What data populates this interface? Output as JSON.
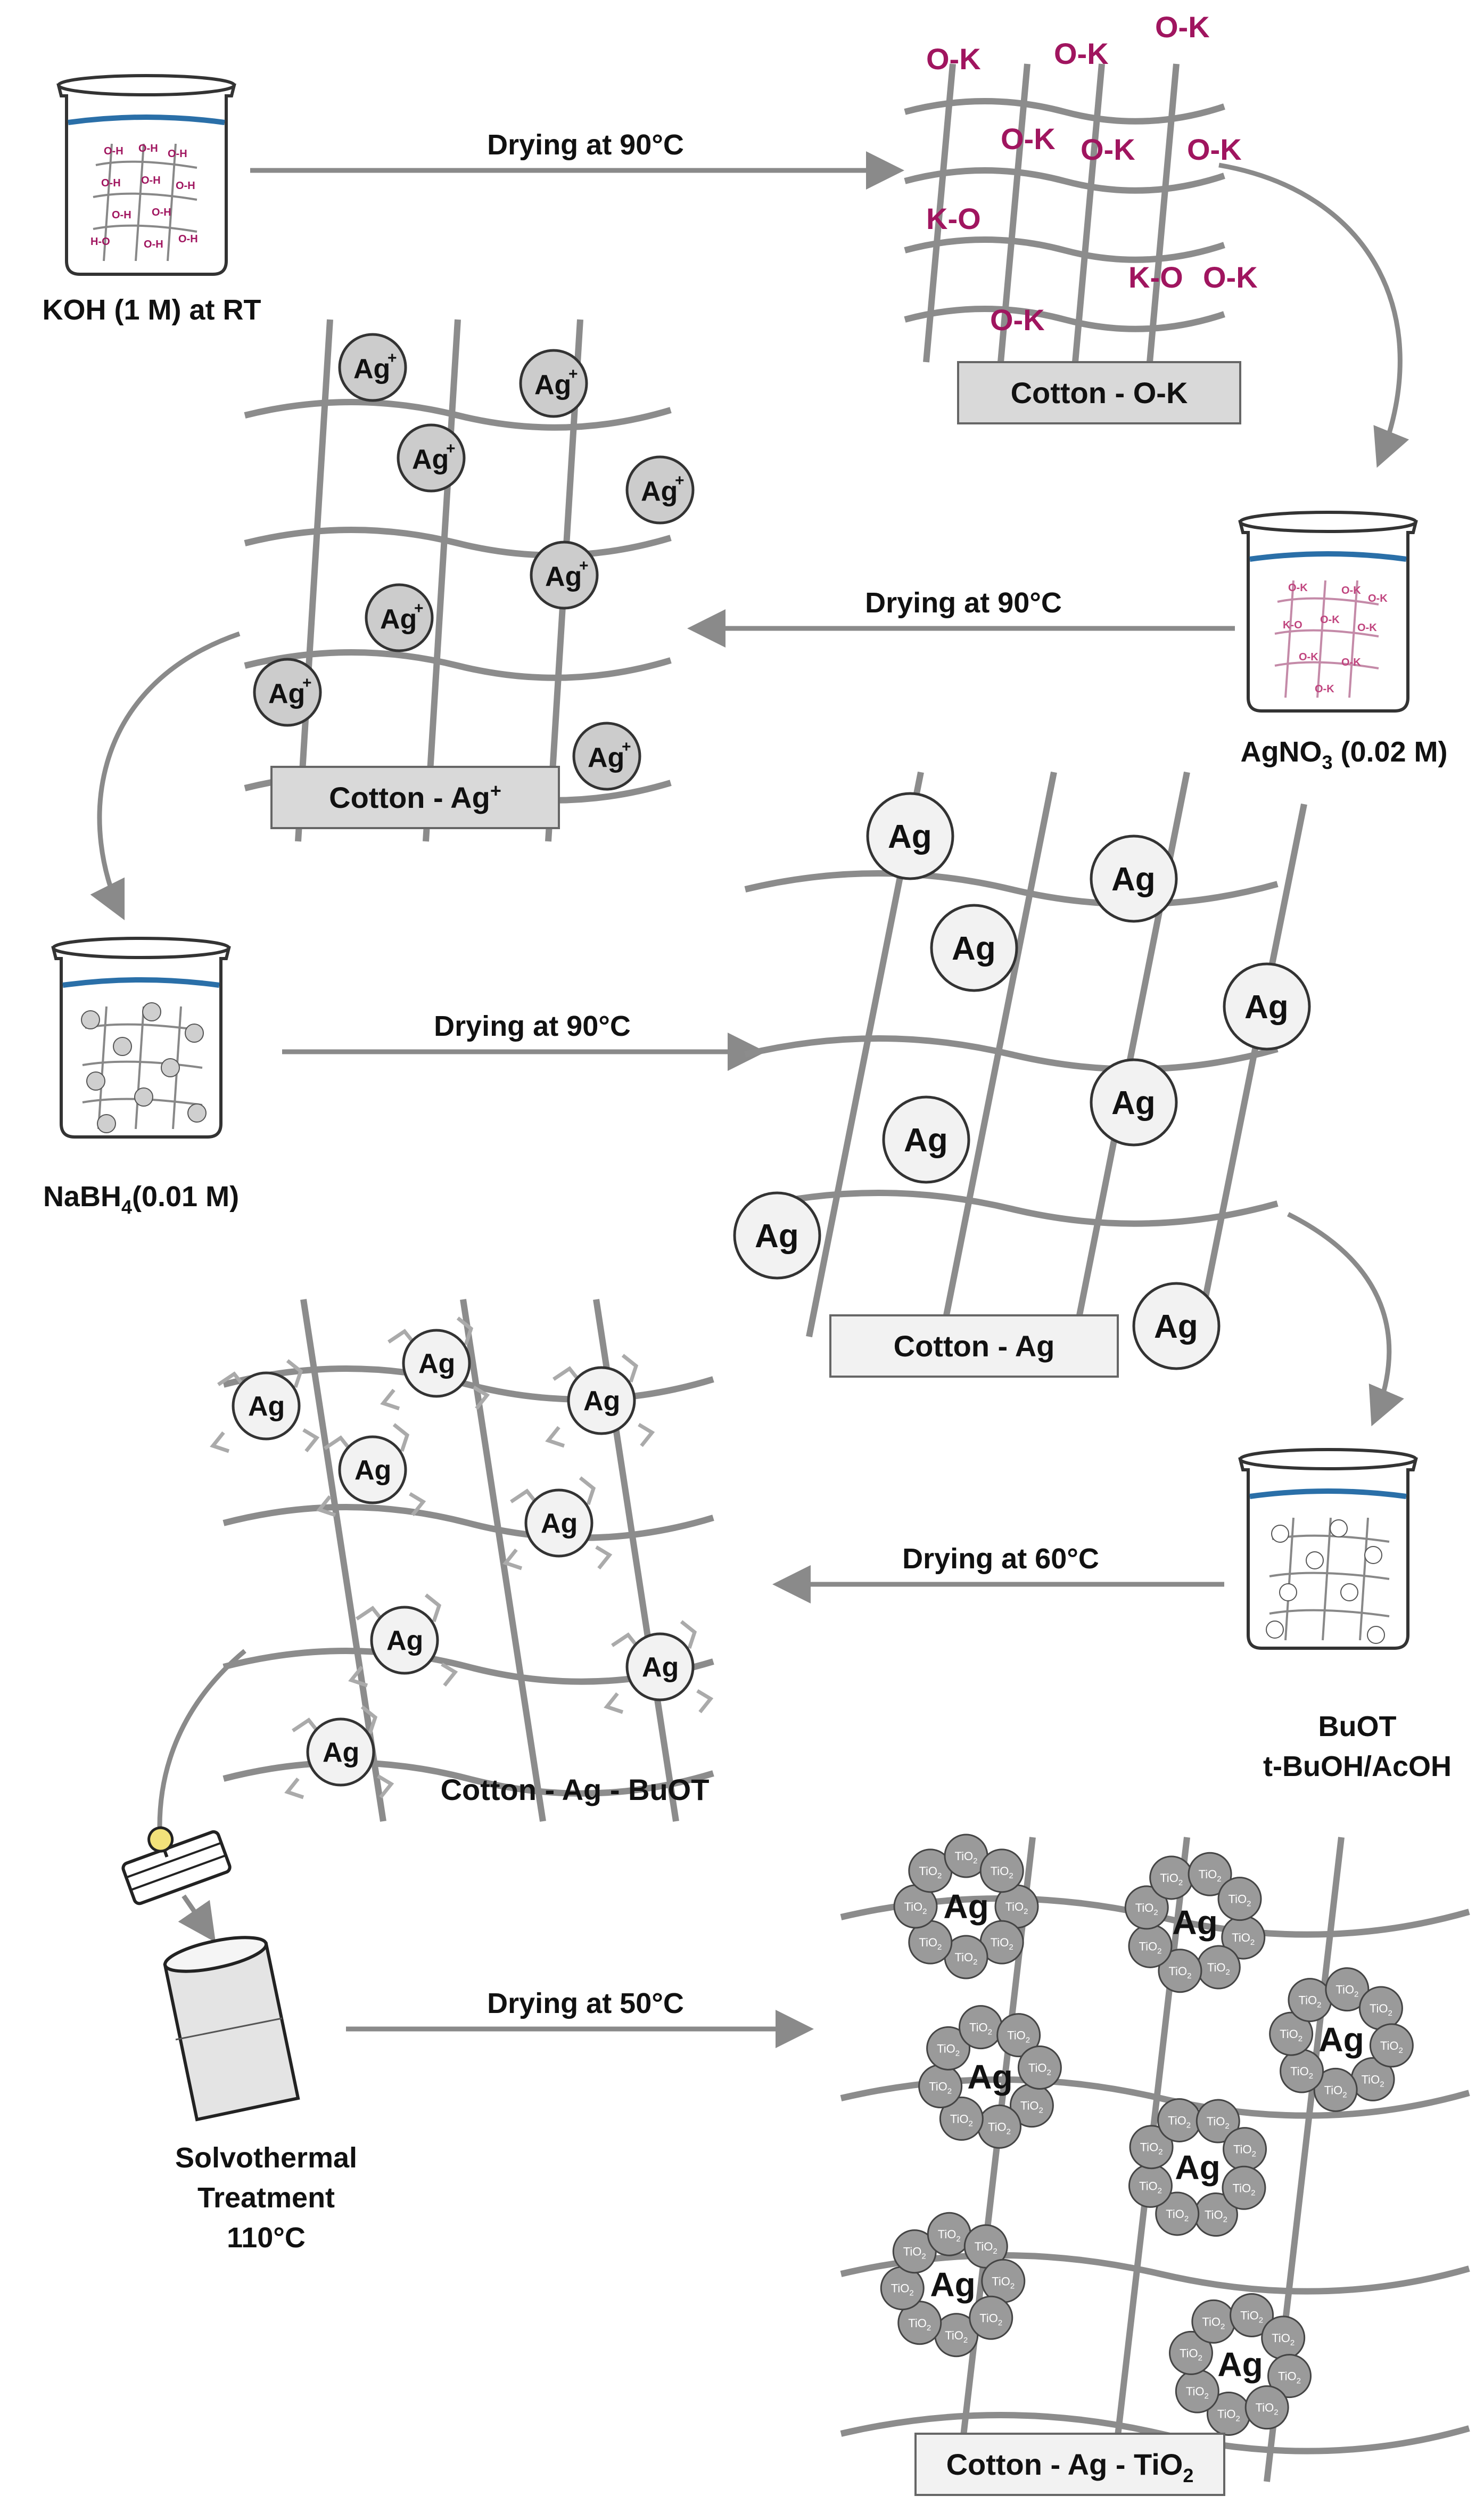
{
  "steps": [
    {
      "id": "koh",
      "reagent": "KOH (1 M) at RT"
    },
    {
      "id": "agno3",
      "reagent": "AgNO",
      "reagent_sub": "3",
      "reagent_tail": " (0.02 M)"
    },
    {
      "id": "nabh4",
      "reagent": "NaBH",
      "reagent_sub": "4",
      "reagent_tail": "(0.01 M)"
    },
    {
      "id": "buot",
      "reagent_line1": "BuOT",
      "reagent_line2": "t-BuOH/AcOH"
    },
    {
      "id": "solvo",
      "reagent_line1": "Solvothermal",
      "reagent_line2": "Treatment",
      "reagent_line3": "110°C"
    }
  ],
  "arrows": {
    "a1": "Drying at 90°C",
    "a2": "Drying at 90°C",
    "a3": "Drying at 90°C",
    "a4": "Drying at 60°C",
    "a5": "Drying at 50°C"
  },
  "products": {
    "cotton_ok": "Cotton - O-K",
    "cotton_agplus": "Cotton - Ag",
    "cotton_agplus_sup": "+",
    "cotton_ag": "Cotton - Ag",
    "cotton_ag_buot": "Cotton - Ag - BuOT",
    "cotton_ag_tio2": "Cotton - Ag - TiO",
    "cotton_ag_tio2_sub": "2"
  },
  "particles": {
    "ok_label": "O",
    "k_label": "K",
    "oh_label": "O",
    "h_label": "H",
    "agplus": "Ag",
    "agplus_sup": "+",
    "ag": "Ag",
    "tio2": "TiO",
    "tio2_sub": "2"
  },
  "colors": {
    "fiber": "#8c8c8c",
    "arrow": "#8a8a8a",
    "magenta": "#a0155f",
    "liquid": "#2a6fa8",
    "box": "#d9d9d9"
  }
}
